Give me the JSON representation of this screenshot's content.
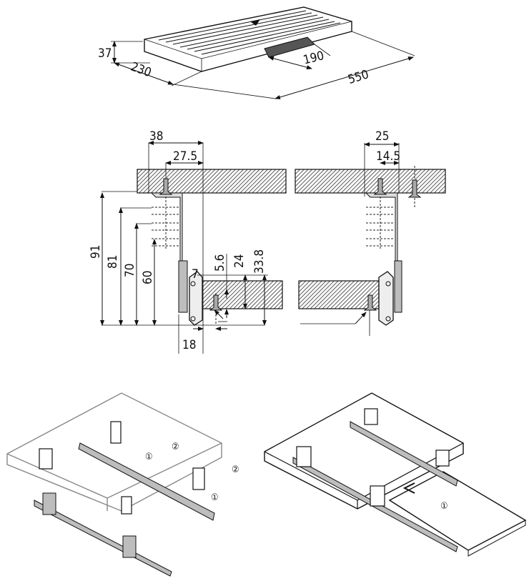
{
  "top_view": {
    "dimensions": {
      "height": "37",
      "depth": "230",
      "handle_width": "190",
      "width": "550"
    }
  },
  "section_view": {
    "left_dimensions": {
      "width_total": "38",
      "width_inner": "27.5",
      "h_91": "91",
      "h_81": "81",
      "h_70": "70",
      "h_60": "60",
      "gap_7": "7",
      "d_5_6": "5.6",
      "d_24": "24",
      "d_33_8": "33.8",
      "bottom_18": "18"
    },
    "right_dimensions": {
      "width_total": "25",
      "width_inner": "14.5"
    }
  },
  "assembly_left": {
    "step_markers": [
      "①",
      "②",
      "②",
      "①"
    ]
  },
  "assembly_right": {
    "step_markers": [
      "①"
    ]
  },
  "colors": {
    "rail": "#bdbdbd",
    "line": "#111111",
    "board_outline": "#888888"
  }
}
